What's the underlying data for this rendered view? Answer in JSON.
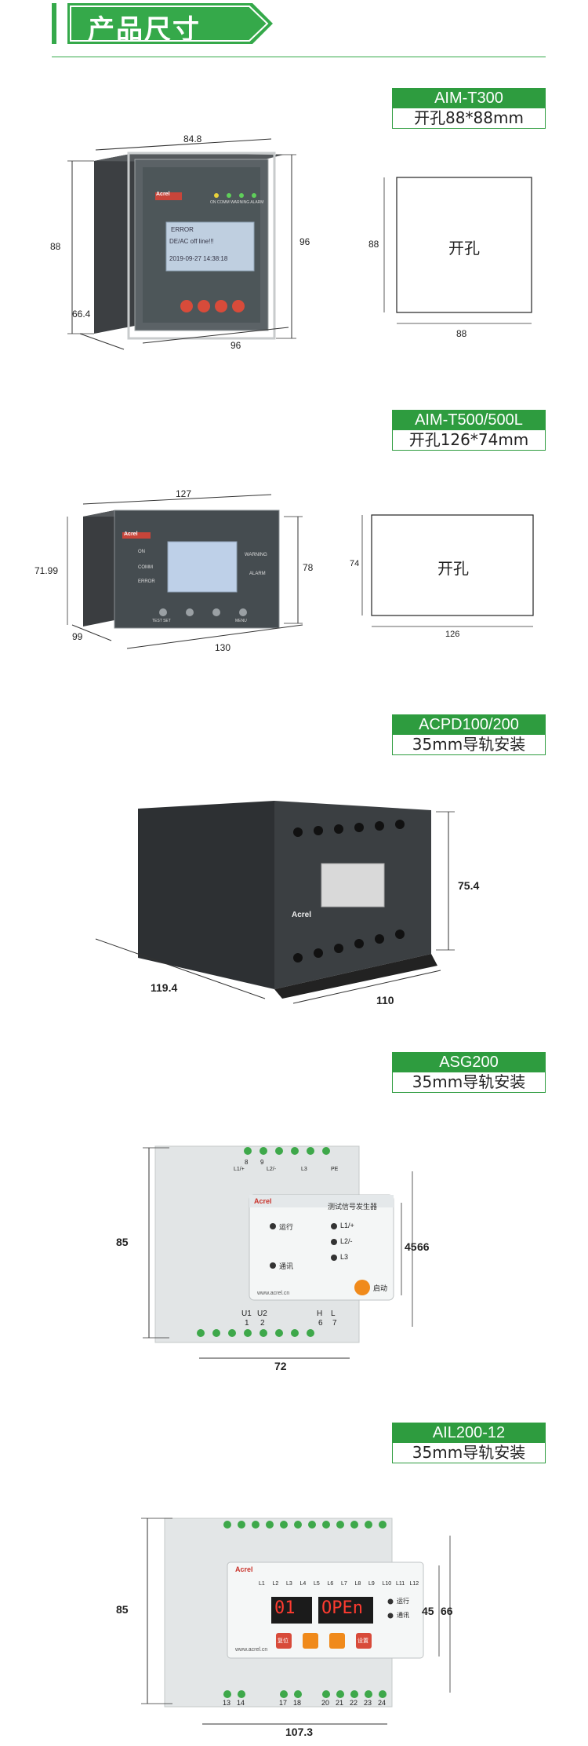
{
  "header": {
    "title": "产品尺寸",
    "accent": "#35a94a"
  },
  "products": [
    {
      "model": "AIM-T300",
      "install": "开孔88*88mm",
      "front_dims": {
        "width": "84.8",
        "height": "88",
        "depth": "66.4",
        "right": "96",
        "bottom": "96"
      },
      "cutout": {
        "label": "开孔",
        "width": "88",
        "height": "88"
      },
      "panel_lines": [
        "ERROR",
        "DE/AC off line!!!",
        "2019-09-27  14:38:18"
      ],
      "indicators": "ON  COMM  WARNING  ALARM"
    },
    {
      "model": "AIM-T500/500L",
      "install": "开孔126*74mm",
      "front_dims": {
        "width": "127",
        "height": "71.99",
        "depth": "99",
        "right": "78",
        "bottom": "130"
      },
      "cutout": {
        "label": "开孔",
        "width": "126",
        "height": "74"
      },
      "side_labels": [
        "ON",
        "COMM",
        "ERROR",
        "WARNING",
        "ALARM"
      ],
      "buttons": [
        "TEST SET",
        "",
        "",
        "MENU"
      ]
    },
    {
      "model": "ACPD100/200",
      "install": "35mm导轨安装",
      "dims": {
        "height": "75.4",
        "left": "119.4",
        "right": "110"
      }
    },
    {
      "model": "ASG200",
      "install": "35mm导轨安装",
      "dims": {
        "height": "85",
        "width": "72",
        "inner": "45",
        "outer": "66"
      },
      "panel_title": "测试信号发生器",
      "left_labels": [
        "运行",
        "通讯"
      ],
      "right_labels": [
        "L1/+",
        "L2/-",
        "L3"
      ],
      "start": "启动",
      "website": "www.acrel.cn",
      "bottom_terms": [
        "U1",
        "U2",
        "H",
        "L",
        "1",
        "2",
        "6",
        "7"
      ],
      "top_terms": [
        "8",
        "9",
        "L1/+",
        "L2/-",
        "L3",
        "PE"
      ]
    },
    {
      "model": "AIL200-12",
      "install": "35mm导轨安装",
      "dims": {
        "height": "85",
        "width": "107.3",
        "inner": "45",
        "outer": "66"
      },
      "display_left": "01",
      "display_right": "OPEn",
      "top_labels": [
        "L1",
        "L2",
        "L3",
        "L4",
        "L5",
        "L6",
        "L7",
        "L8",
        "L9",
        "L10",
        "L11",
        "L12"
      ],
      "right_labels": [
        "运行",
        "通讯"
      ],
      "buttons": [
        "复位",
        "",
        "",
        "设置"
      ],
      "website": "www.acrel.cn",
      "bottom_terms": [
        "13",
        "14",
        "17",
        "18",
        "20",
        "21",
        "22",
        "23",
        "24"
      ]
    }
  ],
  "brand": "Acrel"
}
